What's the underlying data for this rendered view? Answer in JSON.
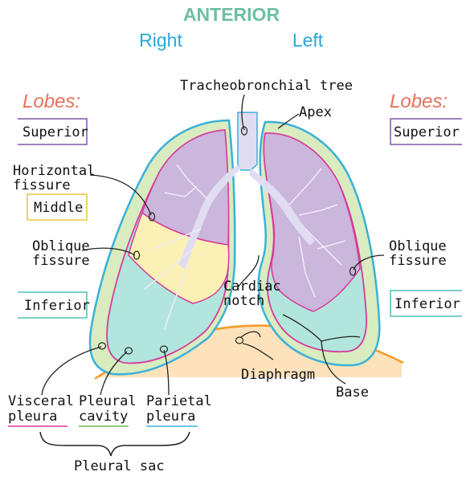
{
  "title": "ANTERIOR",
  "sides": {
    "right": "Right",
    "left": "Left"
  },
  "lobes_heading": "Lobes:",
  "lobes": {
    "superior": "Superior",
    "middle": "Middle",
    "inferior": "Inferior"
  },
  "labels": {
    "tracheobronchial_tree": "Tracheobronchial tree",
    "apex": "Apex",
    "horizontal_fissure": [
      "Horizontal",
      "fissure"
    ],
    "oblique_fissure": [
      "Oblique",
      "fissure"
    ],
    "cardiac_notch": [
      "Cardiac",
      "notch"
    ],
    "diaphragm": "Diaphragm",
    "base": "Base",
    "visceral_pleura": [
      "Visceral",
      "pleura"
    ],
    "pleural_cavity": [
      "Pleural",
      "cavity"
    ],
    "parietal_pleura": [
      "Parietal",
      "pleura"
    ],
    "pleural_sac": "Pleural sac"
  },
  "colors": {
    "superior_lobe": "#cbb6dc",
    "middle_lobe": "#fbf1b4",
    "inferior_lobe": "#b2e6dc",
    "pleural_cavity": "#d8ecc0",
    "parietal_pleura": "#3cb0d8",
    "visceral_pleura": "#d83a9c",
    "diaphragm_fill": "#fde2bc",
    "diaphragm_line": "#f59a2a",
    "airway": "#e0ddf2",
    "lobes_heading": "#e8705a",
    "side_labels": "#2aa8d8",
    "title": "#6cc0a0",
    "superior_box": "#7e57a8",
    "middle_box": "#e9c63a",
    "inferior_box": "#4fc0b0"
  }
}
